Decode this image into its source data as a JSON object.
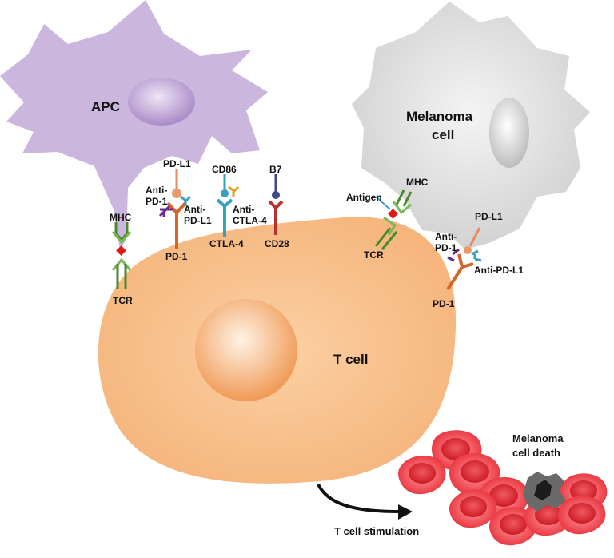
{
  "labels": {
    "apc": "APC",
    "melanoma_cell_line1": "Melanoma",
    "melanoma_cell_line2": "cell",
    "t_cell": "T cell",
    "pdl1_apc": "PD-L1",
    "anti_pd1_apc_line1": "Anti-",
    "anti_pd1_apc_line2": "PD-1",
    "anti_pdl1_apc_line1": "Anti-",
    "anti_pdl1_apc_line2": "PD-L1",
    "pd1_apc": "PD-1",
    "cd86": "CD86",
    "anti_ctla4_line1": "Anti-",
    "anti_ctla4_line2": "CTLA-4",
    "ctla4": "CTLA-4",
    "b7": "B7",
    "cd28": "CD28",
    "mhc_apc": "MHC",
    "tcr_apc": "TCR",
    "mhc_mel": "MHC",
    "antigen": "Antigen",
    "tcr_mel": "TCR",
    "pdl1_mel": "PD-L1",
    "anti_pd1_mel_line1": "Anti-",
    "anti_pd1_mel_line2": "PD-1",
    "anti_pdl1_mel": "Anti-PD-L1",
    "pd1_mel": "PD-1",
    "death_line1": "Melanoma",
    "death_line2": "cell death",
    "stimulation": "T cell stimulation"
  },
  "colors": {
    "apc": "#c9b3dc",
    "melanoma": "#d9d9d9",
    "t_cell": "#f7c08a",
    "red_cells": "#e8323b",
    "mhc": "#4a8a2c",
    "pd1": "#d7652a",
    "ctla4": "#3aa0c0",
    "cd28": "#b8312f"
  }
}
